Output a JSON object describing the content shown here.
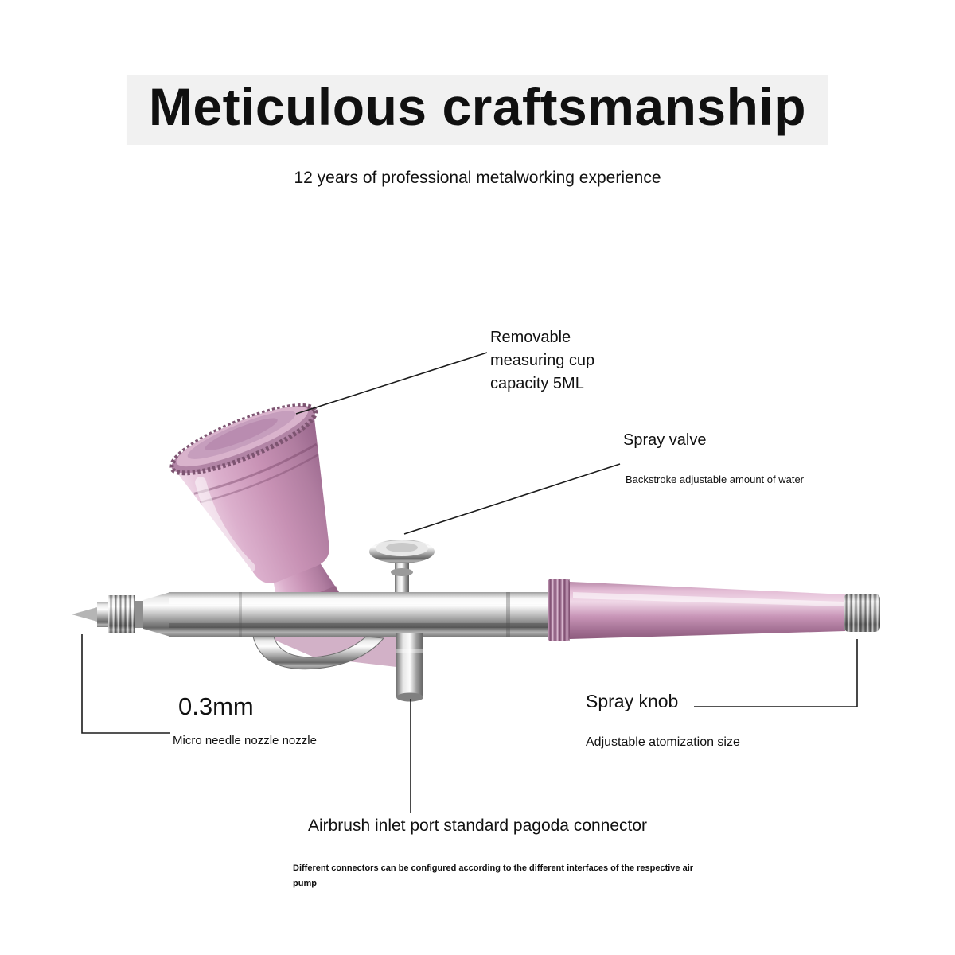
{
  "page": {
    "title": "Meticulous craftsmanship",
    "subtitle": "12 years of professional metalworking experience"
  },
  "annotations": {
    "cup": {
      "lines": [
        "Removable",
        "measuring cup",
        "capacity 5ML"
      ]
    },
    "valve": {
      "label": "Spray valve",
      "desc": "Backstroke adjustable amount of water"
    },
    "nozzle": {
      "label": "0.3mm",
      "desc": "Micro needle nozzle nozzle"
    },
    "knob": {
      "label": "Spray knob",
      "desc": "Adjustable atomization size"
    },
    "inlet": {
      "label": "Airbrush inlet port standard pagoda connector",
      "desc": "Different connectors can be configured according to the different interfaces of the respective air\npump"
    }
  },
  "colors": {
    "accent_pink": "#c793b5",
    "chrome": "#bfbfbf",
    "text": "#111111",
    "title_band": "#f1f1f1",
    "leader_line": "#1c1c1c"
  }
}
